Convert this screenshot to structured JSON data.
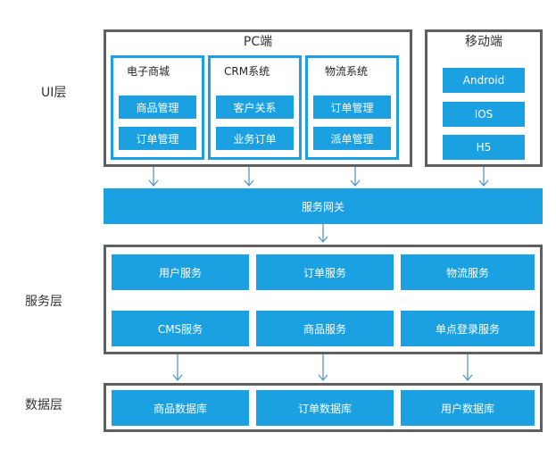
{
  "colors": {
    "accent": "#1ba1e2",
    "frame": "#5f5f5f",
    "arrow": "#4a90c8"
  },
  "layers": {
    "ui": "UI层",
    "service": "服务层",
    "data": "数据层"
  },
  "pc": {
    "title": "PC端",
    "ecommerce": {
      "title": "电子商城",
      "items": [
        "商品管理",
        "订单管理"
      ]
    },
    "crm": {
      "title": "CRM系统",
      "items": [
        "客户关系",
        "业务订单"
      ]
    },
    "logistics": {
      "title": "物流系统",
      "items": [
        "订单管理",
        "派单管理"
      ]
    }
  },
  "mobile": {
    "title": "移动端",
    "items": [
      "Android",
      "IOS",
      "H5"
    ]
  },
  "gateway": "服务网关",
  "services": [
    "用户服务",
    "订单服务",
    "物流服务",
    "CMS服务",
    "商品服务",
    "单点登录服务"
  ],
  "databases": [
    "商品数据库",
    "订单数据库",
    "用户数据库"
  ]
}
